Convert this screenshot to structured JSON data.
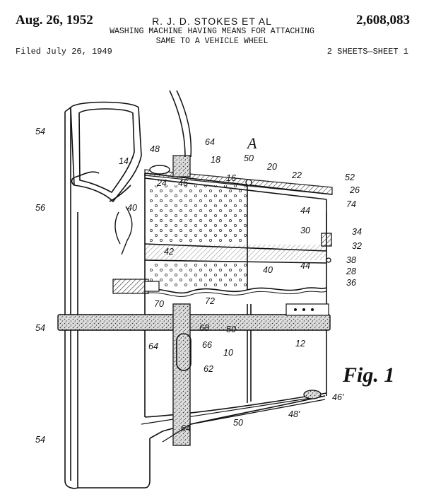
{
  "header": {
    "date": "Aug. 26, 1952",
    "inventors": "R. J. D. STOKES ET AL",
    "title_line1": "WASHING MACHINE HAVING MEANS FOR ATTACHING",
    "title_line2": "SAME TO A VEHICLE WHEEL",
    "patent_number": "2,608,083",
    "filed": "Filed July 26, 1949",
    "sheets": "2 SHEETS—SHEET 1"
  },
  "figure": {
    "label": "Fig. 1",
    "section_marker": "A",
    "reference_numerals": [
      "54",
      "48",
      "64",
      "18",
      "50",
      "20",
      "22",
      "52",
      "14",
      "24",
      "46",
      "16",
      "26",
      "74",
      "56",
      "40",
      "44",
      "30",
      "34",
      "32",
      "42",
      "38",
      "40",
      "44",
      "28",
      "36",
      "70",
      "72",
      "54",
      "68",
      "50",
      "64",
      "66",
      "10",
      "12",
      "62",
      "46'",
      "48'",
      "54",
      "64",
      "50"
    ]
  }
}
